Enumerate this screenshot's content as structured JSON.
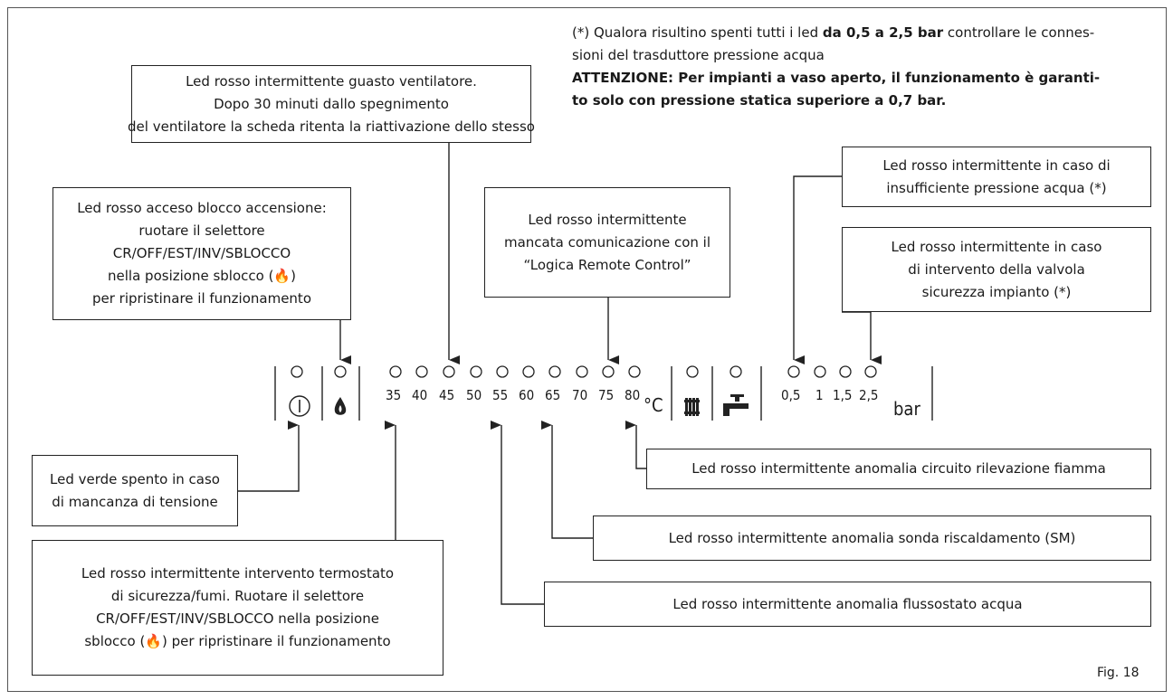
{
  "note": {
    "line1_a": "(*) Qualora risultino spenti tutti i led ",
    "line1_b": "da 0,5 a 2,5 bar",
    "line1_c": " controllare le connes-",
    "line2": "sioni del trasduttore pressione acqua",
    "line3": "ATTENZIONE: Per impianti a vaso aperto, il funzionamento è garanti-",
    "line4": "to solo con pressione statica superiore a 0,7 bar."
  },
  "boxes": {
    "fan": [
      "Led rosso intermittente guasto ventilatore.",
      "Dopo 30 minuti dallo spegnimento",
      "del ventilatore la scheda ritenta la riattivazione dello stesso"
    ],
    "ignition": [
      "Led rosso acceso blocco accensione:",
      "ruotare il selettore",
      "CR/OFF/EST/INV/SBLOCCO",
      "nella posizione sblocco (🔥)",
      "per ripristinare il funzionamento"
    ],
    "remote": [
      "Led rosso intermittente",
      "mancata comunicazione con il",
      "“Logica Remote Control”"
    ],
    "pressure": [
      "Led rosso intermittente in caso di",
      "insufficiente pressione acqua (*)"
    ],
    "valve": [
      "Led rosso intermittente in caso",
      "di intervento della valvola",
      "sicurezza impianto (*)"
    ],
    "power": [
      "Led verde spento in caso",
      "di mancanza di tensione"
    ],
    "thermostat": [
      "Led rosso intermittente intervento termostato",
      "di sicurezza/fumi. Ruotare il selettore",
      "CR/OFF/EST/INV/SBLOCCO nella posizione",
      "sblocco (🔥) per ripristinare il funzionamento"
    ],
    "flame": "Led rosso intermittente anomalia circuito rilevazione fiamma",
    "probe": "Led rosso intermittente anomalia sonda riscaldamento (SM)",
    "flow": "Led rosso intermittente anomalia flussostato acqua"
  },
  "panel": {
    "temps": [
      "35",
      "40",
      "45",
      "50",
      "55",
      "60",
      "65",
      "70",
      "75",
      "80"
    ],
    "temp_unit": "°C",
    "pressures": [
      "0,5",
      "1",
      "1,5",
      "2,5"
    ],
    "pressure_unit": "bar",
    "icons": [
      "power-icon",
      "flame-icon",
      "radiator-icon",
      "faucet-icon"
    ]
  },
  "figure": "Fig. 18"
}
